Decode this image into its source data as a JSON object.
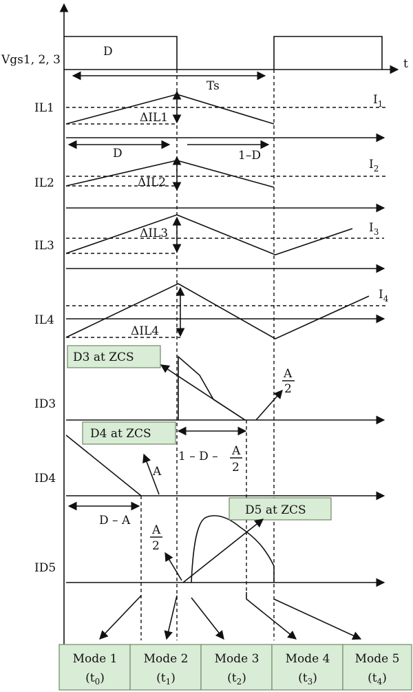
{
  "labels": {
    "vgs": "Vgs1, 2, 3",
    "t": "t",
    "D_pulse": "D",
    "Ts": "Ts",
    "IL1": "IL1",
    "IL2": "IL2",
    "IL3": "IL3",
    "IL4": "IL4",
    "ID3": "ID3",
    "ID4": "ID4",
    "ID5": "ID5",
    "dIL1": "ΔIL1",
    "dIL2": "ΔIL2",
    "dIL3": "ΔIL3",
    "dIL4": "ΔIL4",
    "D_interval": "D",
    "one_minus_D": "1–D",
    "I1": "I",
    "I1_sub": "1",
    "I2": "I",
    "I2_sub": "2",
    "I3": "I",
    "I3_sub": "3",
    "I4": "I",
    "I4_sub": "4",
    "A_frac_num": "A",
    "A_frac_den": "2",
    "A": "A",
    "one_minus_D_minus": "1 – D –",
    "D_minus_A": "D – A"
  },
  "callouts": {
    "d3": "D3 at ZCS",
    "d4": "D4 at ZCS",
    "d5": "D5 at ZCS"
  },
  "modes": [
    {
      "name": "Mode 1",
      "t": "t",
      "sub": "0"
    },
    {
      "name": "Mode 2",
      "t": "t",
      "sub": "1"
    },
    {
      "name": "Mode 3",
      "t": "t",
      "sub": "2"
    },
    {
      "name": "Mode 4",
      "t": "t",
      "sub": "3"
    },
    {
      "name": "Mode 5",
      "t": "t",
      "sub": "4"
    }
  ],
  "colors": {
    "callout_fill": "#d9ecd6",
    "mode_fill": "#d9ecd6",
    "ink": "#111111"
  }
}
